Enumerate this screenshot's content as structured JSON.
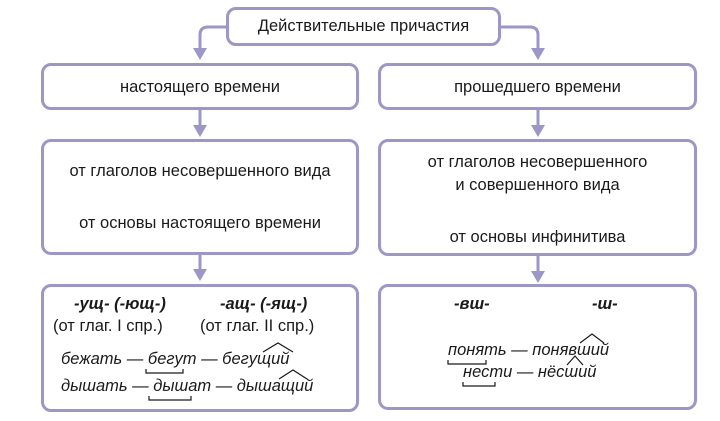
{
  "diagram": {
    "title": "Действительные причастия",
    "present": {
      "heading": "настоящего времени",
      "formation_1": "от глаголов несовершенного вида",
      "formation_2": "от основы настоящего времени",
      "suffix_1": "-ущ- (-ющ-)",
      "suffix_1_note": "(от глаг. I спр.)",
      "suffix_2": "-ащ- (-ящ-)",
      "suffix_2_note": "(от глаг. II спр.)",
      "example_1": {
        "a": "бежать — ",
        "b": "бег",
        "c": "ут — бегущий"
      },
      "example_2": {
        "a": "дышать — ",
        "b": "дыш",
        "c": "ат — дышащий"
      }
    },
    "past": {
      "heading": "прошедшего времени",
      "formation_1_line1": "от глаголов несовершенного",
      "formation_1_line2": "и совершенного вида",
      "formation_2": "от основы инфинитива",
      "suffix_1": "-вш-",
      "suffix_2": "-ш-",
      "example_1": "понять — понявший",
      "example_2": "нести — нёсший"
    },
    "colors": {
      "border": "#9b96cc",
      "arrow": "#9b96cc",
      "text": "#1a1a1a"
    }
  }
}
